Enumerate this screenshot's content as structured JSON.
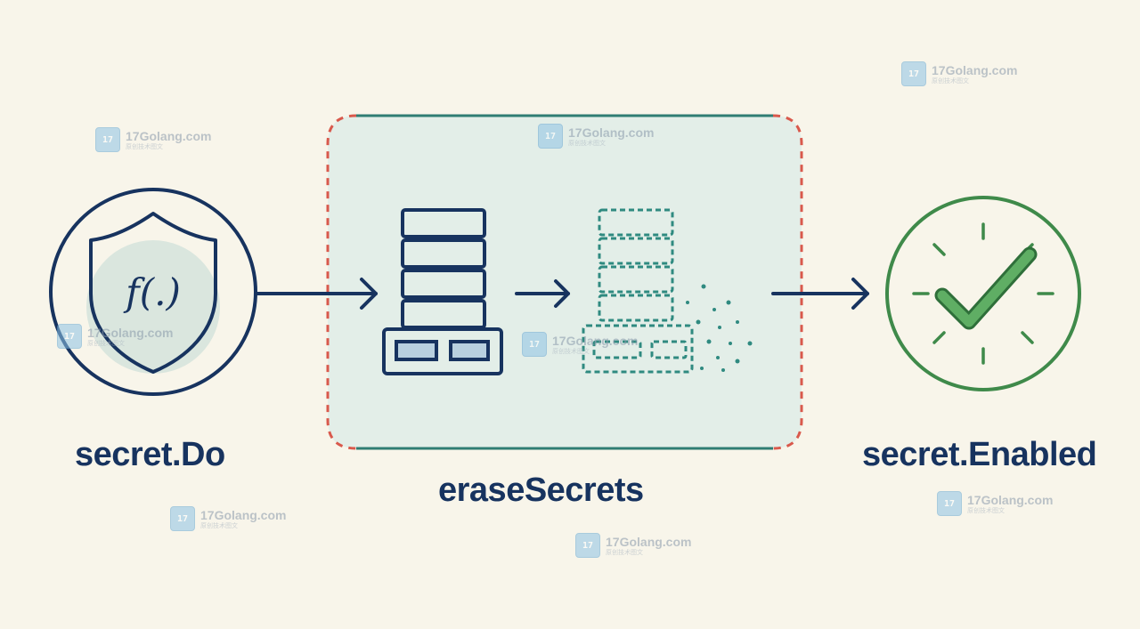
{
  "diagram": {
    "left": {
      "label": "secret.Do",
      "function_symbol": "f(.)"
    },
    "middle": {
      "label": "eraseSecrets"
    },
    "right": {
      "label": "secret.Enabled"
    }
  },
  "watermark": {
    "text": "17Golang.com",
    "subtitle": "原创技术图文",
    "logo": "watermark-logo-icon"
  },
  "colors": {
    "navy": "#17335f",
    "green": "#3f8a4a",
    "check_fill": "#5fae64",
    "dashed_border": "#d9594c",
    "box_fill": "#e3eee8",
    "teal": "#2f8a80",
    "background": "#f8f5ea"
  },
  "icons": [
    "shield-function-icon",
    "server-stack-icon",
    "dissolving-server-icon",
    "checkmark-icon",
    "arrow-right-icon"
  ]
}
